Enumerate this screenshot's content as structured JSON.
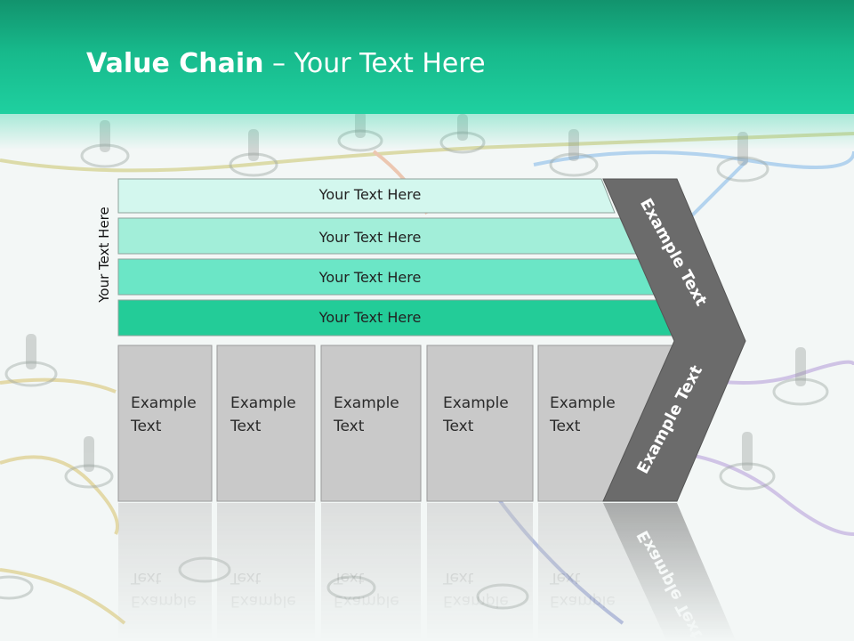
{
  "title": {
    "bold": "Value Chain",
    "rest": " – Your Text Here"
  },
  "side_label": "Your Text Here",
  "bars": [
    {
      "label": "Your Text Here",
      "color": "#d3f7ee"
    },
    {
      "label": "Your Text Here",
      "color": "#a2eed9"
    },
    {
      "label": "Your Text Here",
      "color": "#6be6c6"
    },
    {
      "label": "Your Text Here",
      "color": "#23cc98"
    }
  ],
  "boxes": [
    {
      "line1": "Example",
      "line2": "Text"
    },
    {
      "line1": "Example",
      "line2": "Text"
    },
    {
      "line1": "Example",
      "line2": "Text"
    },
    {
      "line1": "Example",
      "line2": "Text"
    },
    {
      "line1": "Example",
      "line2": "Text"
    }
  ],
  "chevron": {
    "upper_label": "Example Text",
    "lower_label": "Example Text",
    "color": "#6b6b6b"
  },
  "colors": {
    "header": "#17b98b",
    "box": "#c9c9c9",
    "box_border": "#9a9a9a"
  }
}
